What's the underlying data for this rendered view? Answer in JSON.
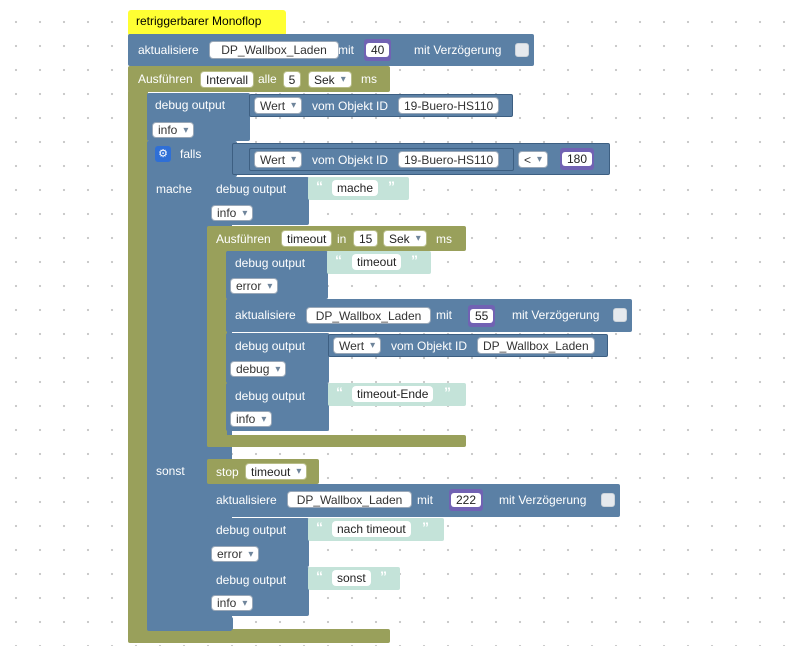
{
  "comment": "retriggerbarer Monoflop",
  "update1": {
    "label": "aktualisiere",
    "object": "DP_Wallbox_Laden",
    "mit": "mit",
    "value": "40",
    "delay_label": "mit Verzögerung"
  },
  "interval": {
    "label": "Ausführen",
    "name": "Intervall",
    "alle": "alle",
    "value": "5",
    "unit": "Sek",
    "ms": "ms"
  },
  "debug1": {
    "label": "debug output",
    "prop": "Wert",
    "vom": "vom Objekt ID",
    "object": "19-Buero-HS110",
    "level": "info"
  },
  "if": {
    "falls": "falls",
    "mache": "mache",
    "sonst": "sonst",
    "prop": "Wert",
    "vom": "vom Objekt ID",
    "object": "19-Buero-HS110",
    "op": "<",
    "value": "180"
  },
  "debug2": {
    "label": "debug output",
    "text": "mache",
    "level": "info"
  },
  "timeout": {
    "label": "Ausführen",
    "name": "timeout",
    "in": "in",
    "value": "15",
    "unit": "Sek",
    "ms": "ms"
  },
  "debug3": {
    "label": "debug output",
    "text": "timeout",
    "level": "error"
  },
  "update2": {
    "label": "aktualisiere",
    "object": "DP_Wallbox_Laden",
    "mit": "mit",
    "value": "55",
    "delay_label": "mit Verzögerung"
  },
  "debug4": {
    "label": "debug output",
    "prop": "Wert",
    "vom": "vom Objekt ID",
    "object": "DP_Wallbox_Laden",
    "level": "debug"
  },
  "debug5": {
    "label": "debug output",
    "text": "timeout-Ende",
    "level": "info"
  },
  "stop": {
    "label": "stop",
    "name": "timeout"
  },
  "update3": {
    "label": "aktualisiere",
    "object": "DP_Wallbox_Laden",
    "mit": "mit",
    "value": "222",
    "delay_label": "mit Verzögerung"
  },
  "debug6": {
    "label": "debug output",
    "text": "nach timeout",
    "level": "error"
  },
  "debug7": {
    "label": "debug output",
    "text": "sonst",
    "level": "info"
  },
  "colors": {
    "variable": "#5b80a5",
    "loop": "#99a05b",
    "text": "#c4e3d9",
    "number": "#7162b3",
    "comment": "#ffff33"
  }
}
